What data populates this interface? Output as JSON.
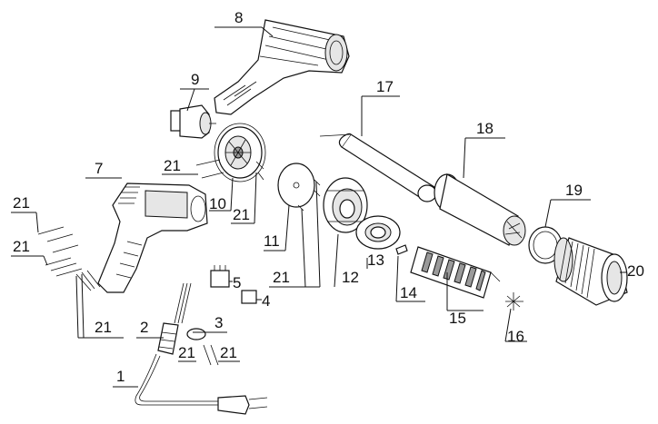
{
  "diagram": {
    "labels": [
      {
        "id": "8",
        "text": "8"
      },
      {
        "id": "9",
        "text": "9"
      },
      {
        "id": "17",
        "text": "17"
      },
      {
        "id": "18",
        "text": "18"
      },
      {
        "id": "7",
        "text": "7"
      },
      {
        "id": "21a",
        "text": "21"
      },
      {
        "id": "10",
        "text": "10"
      },
      {
        "id": "21b",
        "text": "21"
      },
      {
        "id": "11",
        "text": "11"
      },
      {
        "id": "19",
        "text": "19"
      },
      {
        "id": "21c",
        "text": "21"
      },
      {
        "id": "21d",
        "text": "21"
      },
      {
        "id": "20",
        "text": "20"
      },
      {
        "id": "13",
        "text": "13"
      },
      {
        "id": "21e",
        "text": "21"
      },
      {
        "id": "12",
        "text": "12"
      },
      {
        "id": "5",
        "text": "5"
      },
      {
        "id": "4",
        "text": "4"
      },
      {
        "id": "14",
        "text": "14"
      },
      {
        "id": "15",
        "text": "15"
      },
      {
        "id": "21f",
        "text": "21"
      },
      {
        "id": "2",
        "text": "2"
      },
      {
        "id": "3",
        "text": "3"
      },
      {
        "id": "16",
        "text": "16"
      },
      {
        "id": "21g",
        "text": "21"
      },
      {
        "id": "21h",
        "text": "21"
      },
      {
        "id": "1",
        "text": "1"
      }
    ]
  }
}
